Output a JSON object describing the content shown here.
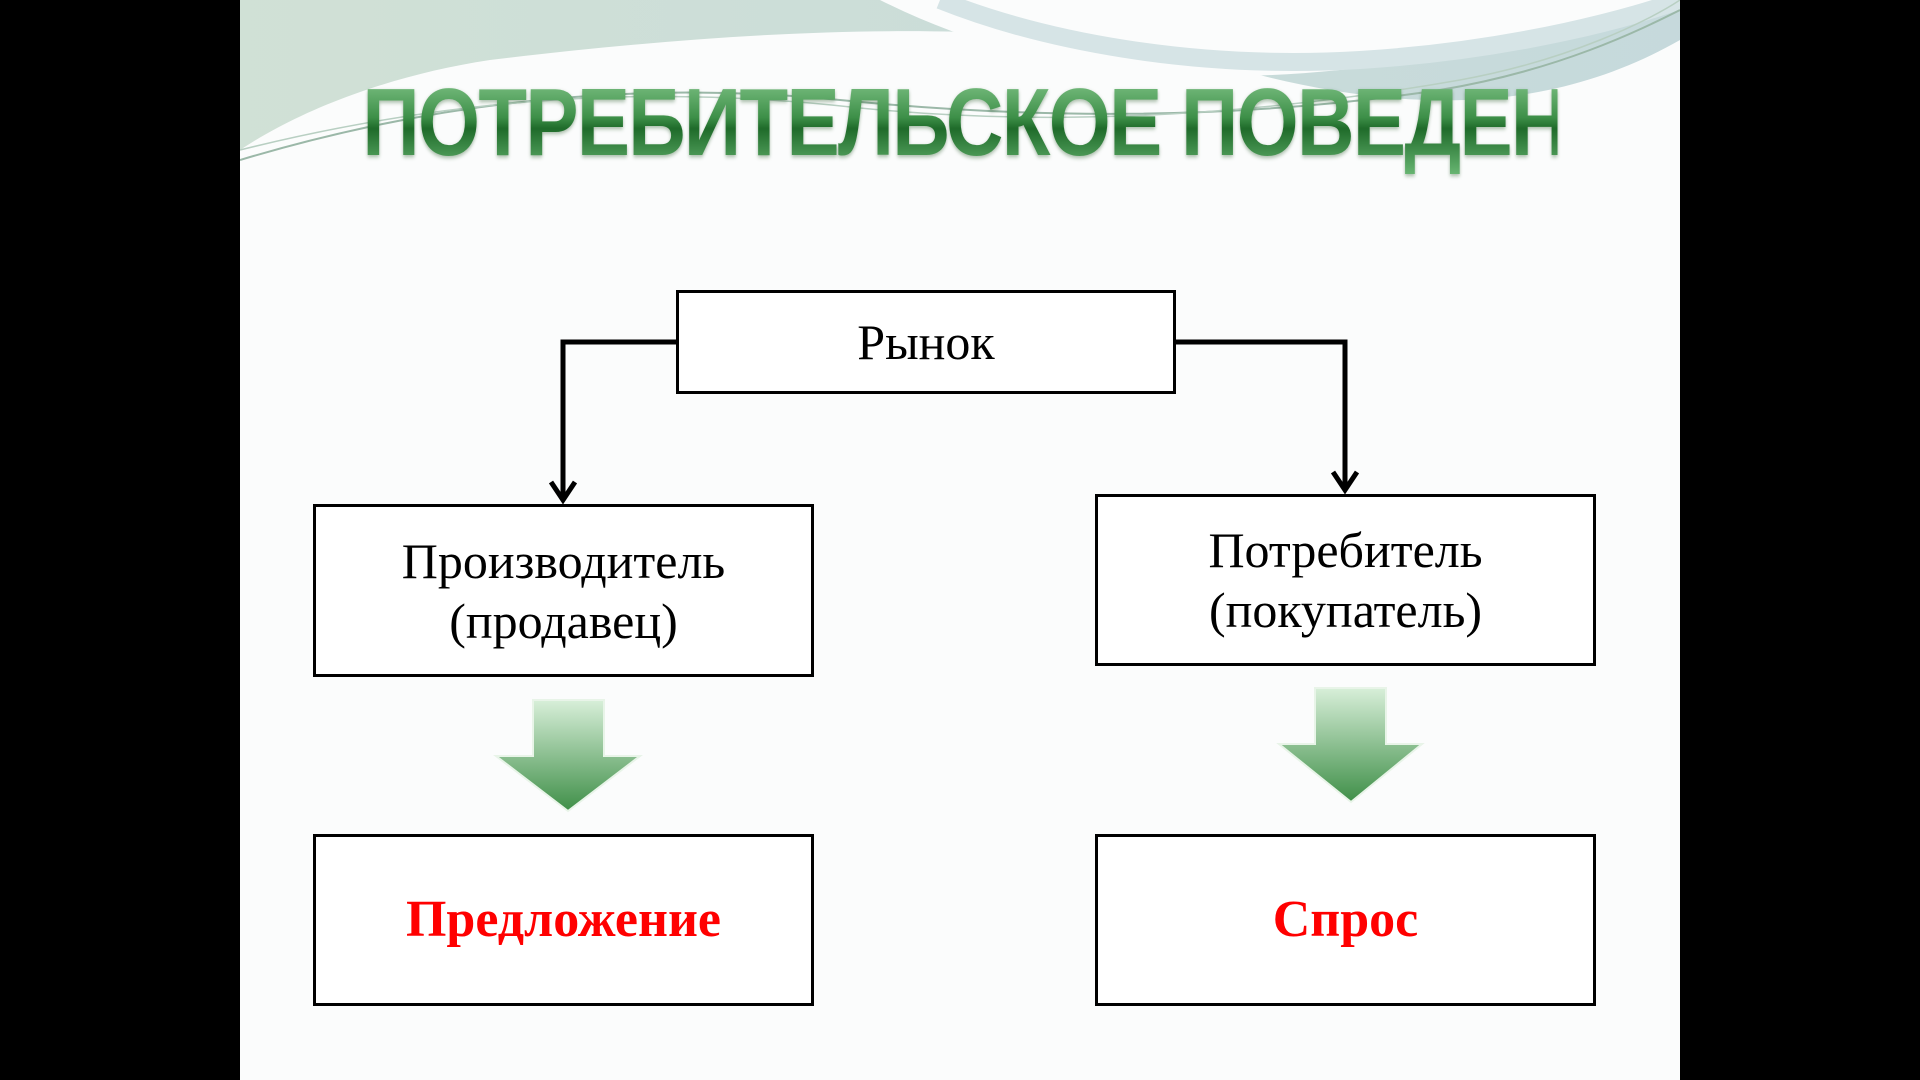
{
  "title": "ПОТРЕБИТЕЛЬСКОЕ ПОВЕДЕНИЕ",
  "nodes": {
    "market": "Рынок",
    "producer_line1": "Производитель",
    "producer_line2": "(продавец)",
    "consumer_line1": "Потребитель",
    "consumer_line2": "(покупатель)",
    "supply": "Предложение",
    "demand": "Спрос"
  },
  "colors": {
    "accent": "#3d8f48",
    "highlight": "#ff0000"
  }
}
